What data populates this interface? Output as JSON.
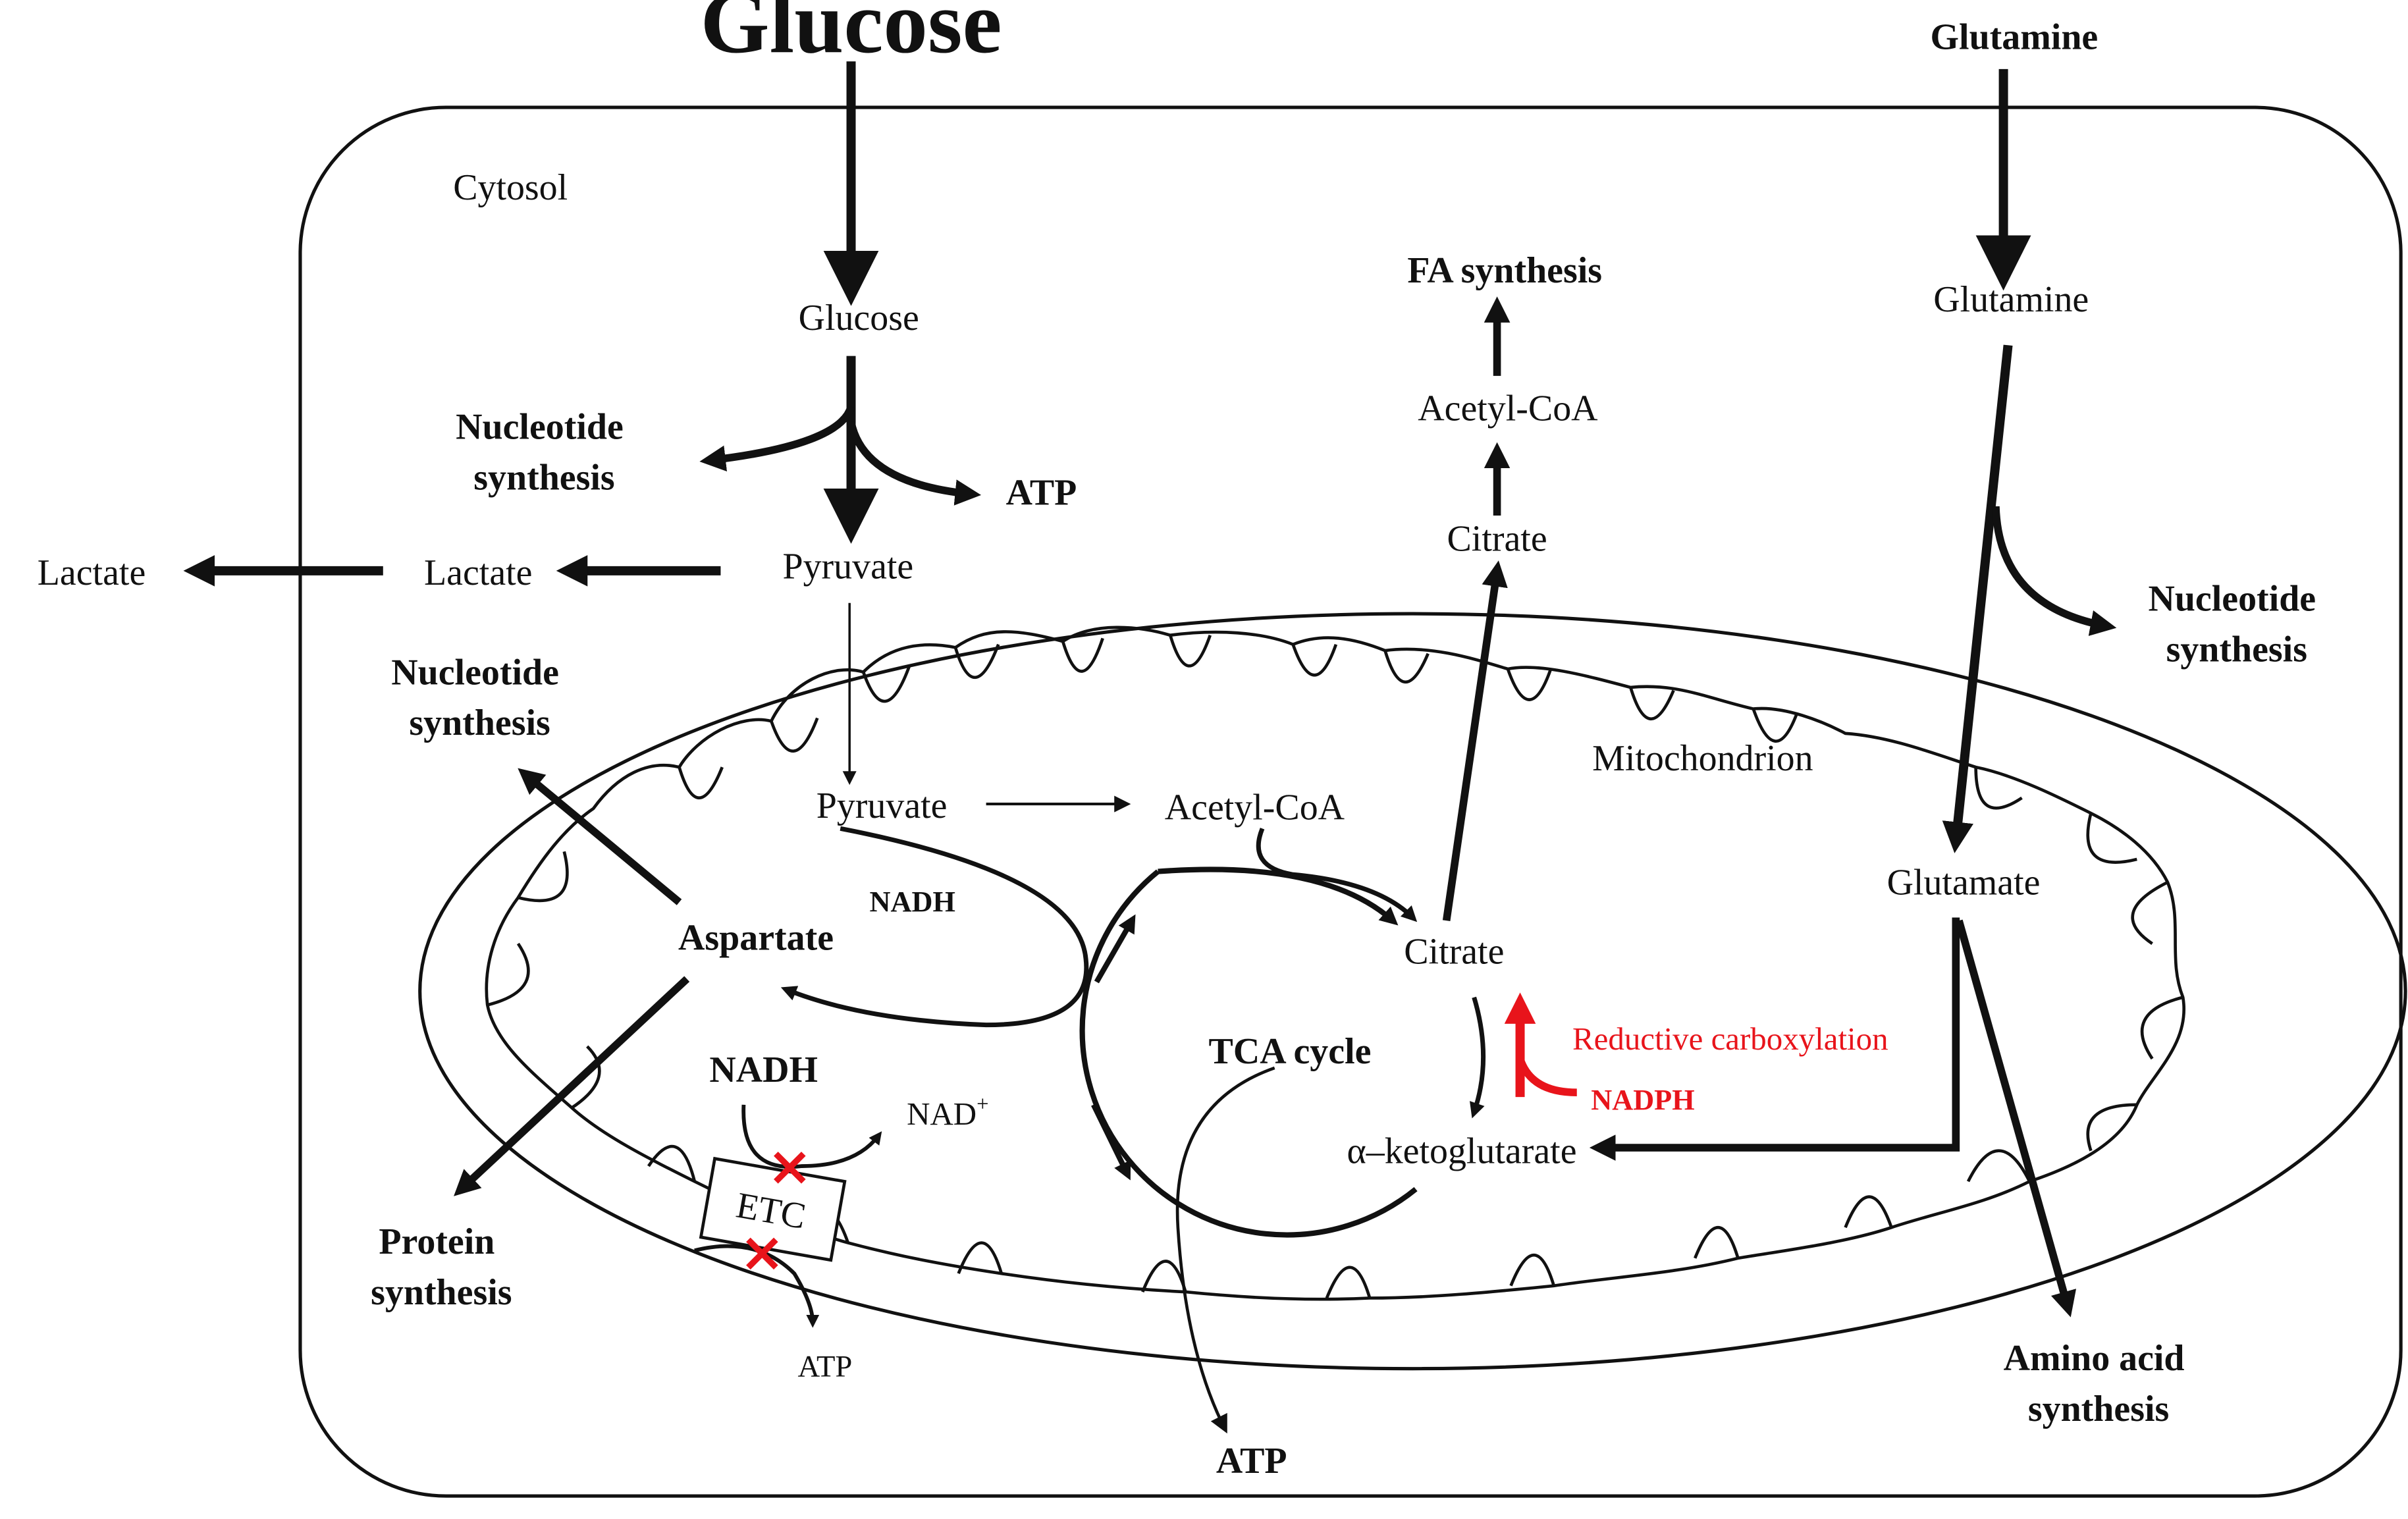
{
  "colors": {
    "ink": "#111111",
    "highlight": "#e8141b",
    "background": "#ffffff"
  },
  "labels": {
    "glucose_outside": "Glucose",
    "glutamine_outside": "Glutamine",
    "cytosol": "Cytosol",
    "glucose_cytosol": "Glucose",
    "nucleotide_synthesis_top": [
      "Nucleotide",
      "synthesis"
    ],
    "atp_glycolysis": "ATP",
    "lactate_outside": "Lactate",
    "lactate_cytosol": "Lactate",
    "pyruvate_cytosol": "Pyruvate",
    "fa_synthesis": "FA synthesis",
    "acetyl_coa_cytosol": "Acetyl-CoA",
    "citrate_cytosol": "Citrate",
    "glutamine_cytosol": "Glutamine",
    "nucleotide_synthesis_right": [
      "Nucleotide",
      "synthesis"
    ],
    "nucleotide_synthesis_left": [
      "Nucleotide",
      "synthesis"
    ],
    "mitochondrion": "Mitochondrion",
    "pyruvate_mito": "Pyruvate",
    "acetyl_coa_mito": "Acetyl-CoA",
    "nadh_small": "NADH",
    "aspartate": "Aspartate",
    "citrate_mito": "Citrate",
    "glutamate": "Glutamate",
    "tca_cycle": "TCA cycle",
    "reductive_carboxylation": "Reductive carboxylation",
    "nadph": "NADPH",
    "alpha_ketoglutarate": "α–ketoglutarate",
    "nadh_etc": "NADH",
    "nad_plus": "NAD",
    "nad_plus_sup": "+",
    "etc": "ETC",
    "protein_synthesis": [
      "Protein",
      "synthesis"
    ],
    "atp_etc": "ATP",
    "atp_tca": "ATP",
    "amino_acid_synthesis": [
      "Amino acid",
      "synthesis"
    ]
  }
}
